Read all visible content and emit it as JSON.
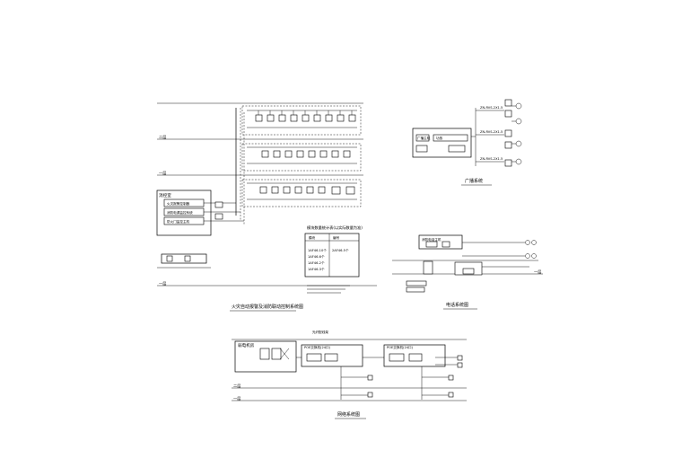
{
  "fire_alarm": {
    "caption": "火灾自动报警及消防联动控制系统图",
    "floors": [
      "二层",
      "一层",
      "一层"
    ],
    "room_title": "消控室",
    "devices": [
      "火灾报警控制器",
      "消防电源监控系统",
      "防火门监控主机"
    ],
    "legend_header_left": "模块",
    "legend_header_right": "编号",
    "legend_rows": [
      "1AF46-10个",
      "1AF46-6个",
      "1AF46-2个",
      "1AF46-3个"
    ],
    "legend_value": "2AF46-5个",
    "legend_title": "模块数量统计表(以实际数量为准)"
  },
  "broadcast": {
    "caption": "广播系统",
    "amp_labels": [
      "广播主机",
      "功放"
    ],
    "line_labels": [
      "ZN-RVS-2X1.5",
      "ZN-RVS-2X1.5",
      "ZN-RVS-2X1.5"
    ]
  },
  "telephone": {
    "caption": "电话系统图",
    "floor": "一层",
    "box_label": "消防电话主机"
  },
  "network": {
    "caption": "网络系统图",
    "room": "弱电机房",
    "top_label": "光纤配线架",
    "floors": [
      "二层",
      "一层"
    ],
    "switch_labels": [
      "POE交换机(24口)",
      "POE交换机(24口)"
    ]
  }
}
